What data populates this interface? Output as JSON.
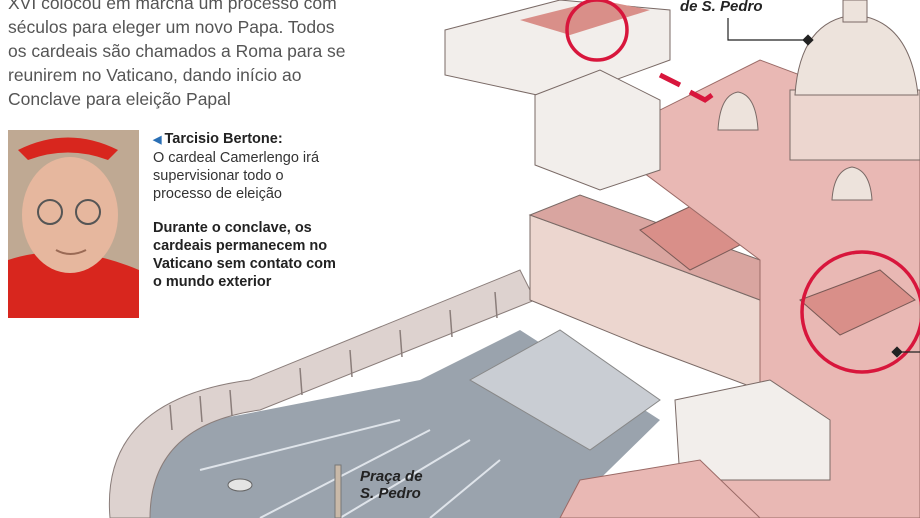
{
  "intro": {
    "lines": [
      "XVI colocou em marcha um processo com",
      "séculos para eleger um novo Papa. Todos",
      "os cardeais são chamados a Roma para se",
      "reunirem no Vaticano, dando início ao",
      "Conclave para eleição Papal"
    ]
  },
  "sidebar": {
    "name": "Tarcisio Bertone:",
    "description_lines": [
      "O cardeal Camerlengo irá",
      "supervisionar todo o",
      "processo de eleição"
    ],
    "highlight_lines": [
      "Durante o conclave, os",
      "cardeais permanecem no",
      "Vaticano sem contato com",
      "o mundo exterior"
    ]
  },
  "labels": {
    "basilica": "de S. Pedro",
    "square_line1": "Praça de",
    "square_line2": "S. Pedro"
  },
  "colors": {
    "building": "#e9b8b4",
    "roof": "#d98f89",
    "square": "#9aa3ad",
    "highlight_circle": "#d8163c",
    "accent_arrow": "#2a6fb5"
  }
}
